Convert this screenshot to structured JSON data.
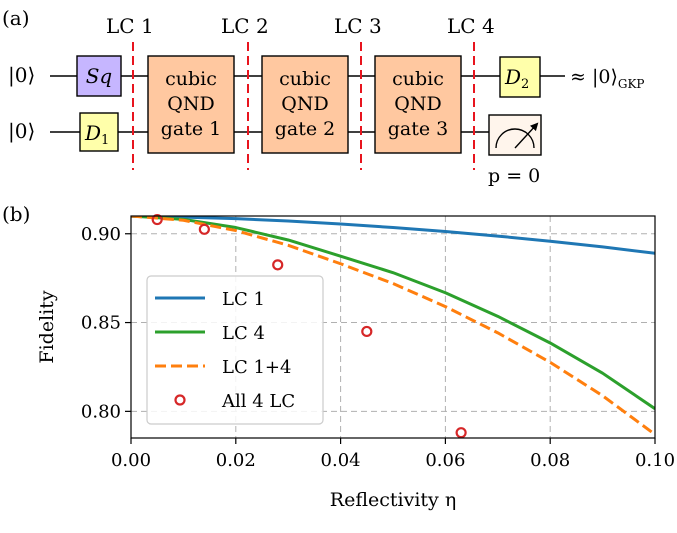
{
  "panel_a": {
    "label": "(a)",
    "lc_labels": [
      "LC 1",
      "LC 2",
      "LC 3",
      "LC 4"
    ],
    "inputs": [
      "|0⟩",
      "|0⟩"
    ],
    "sq_label": "Sq",
    "d1_label": "D",
    "d1_sub": "1",
    "d2_label": "D",
    "d2_sub": "2",
    "gates": [
      [
        "cubic",
        "QND",
        "gate 1"
      ],
      [
        "cubic",
        "QND",
        "gate 2"
      ],
      [
        "cubic",
        "QND",
        "gate 3"
      ]
    ],
    "output_prefix": "≈ |0⟩",
    "output_sub": "GKP",
    "measure_label": "p = 0",
    "colors": {
      "sq_fill": "#c6b6ff",
      "d_fill": "#ffffaa",
      "gate_fill": "#ffc8a0",
      "measure_fill": "#fff5ec",
      "lc_line": "#e8141e"
    }
  },
  "panel_b": {
    "label": "(b)",
    "chart_data": {
      "type": "line",
      "xlabel": "Reflectivity η",
      "ylabel": "Fidelity",
      "xlim": [
        0.0,
        0.1
      ],
      "ylim": [
        0.785,
        0.91
      ],
      "xticks": [
        "0.00",
        "0.02",
        "0.04",
        "0.06",
        "0.08",
        "0.10"
      ],
      "xtick_values": [
        0.0,
        0.02,
        0.04,
        0.06,
        0.08,
        0.1
      ],
      "yticks": [
        "0.80",
        "0.85",
        "0.90"
      ],
      "ytick_values": [
        0.8,
        0.85,
        0.9
      ],
      "grid": true,
      "legend_position": "lower-left",
      "series": [
        {
          "name": "LC 1",
          "color": "#1f77b4",
          "style": "solid",
          "x": [
            0.0,
            0.01,
            0.02,
            0.03,
            0.04,
            0.05,
            0.06,
            0.07,
            0.08,
            0.09,
            0.1
          ],
          "y": [
            0.9098,
            0.9094,
            0.9085,
            0.9072,
            0.9055,
            0.9035,
            0.9013,
            0.8987,
            0.8958,
            0.8926,
            0.889
          ]
        },
        {
          "name": "LC 4",
          "color": "#2ca02c",
          "style": "solid",
          "x": [
            0.0,
            0.01,
            0.02,
            0.03,
            0.04,
            0.05,
            0.06,
            0.07,
            0.08,
            0.09,
            0.1
          ],
          "y": [
            0.91,
            0.9081,
            0.9035,
            0.8965,
            0.8874,
            0.8781,
            0.8668,
            0.8535,
            0.8385,
            0.8215,
            0.8015
          ]
        },
        {
          "name": "LC 1+4",
          "color": "#ff7f0e",
          "style": "dashed",
          "x": [
            0.0,
            0.01,
            0.02,
            0.03,
            0.04,
            0.05,
            0.06,
            0.07,
            0.08,
            0.09,
            0.1
          ],
          "y": [
            0.91,
            0.9076,
            0.9018,
            0.8935,
            0.8831,
            0.872,
            0.859,
            0.8442,
            0.8276,
            0.8088,
            0.787
          ]
        },
        {
          "name": "All 4 LC",
          "color": "#d62728",
          "style": "markers",
          "x": [
            0.005,
            0.014,
            0.028,
            0.045,
            0.063
          ],
          "y": [
            0.908,
            0.9025,
            0.8825,
            0.845,
            0.788
          ]
        }
      ]
    }
  }
}
